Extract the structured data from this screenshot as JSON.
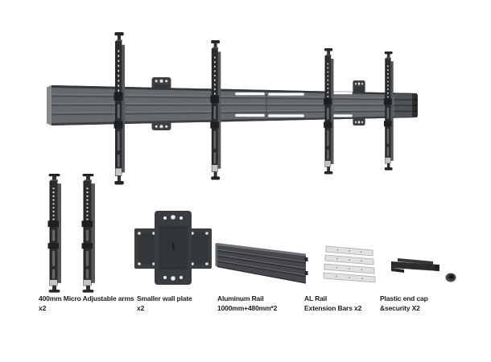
{
  "page": {
    "background": "#ffffff"
  },
  "components": [
    {
      "id": "micro-adjustable-arms",
      "label": [
        "400mm Micro Adjustable arms",
        "x2"
      ]
    },
    {
      "id": "smaller-wall-plate",
      "label": [
        "Smaller wall plate",
        "x2"
      ]
    },
    {
      "id": "aluminum-rail",
      "label": [
        "Aluminum Rail",
        "1000mm+480mm*2"
      ]
    },
    {
      "id": "al-rail-extension-bars",
      "label": [
        "AL Rail",
        "Extension Bars x2"
      ]
    },
    {
      "id": "plastic-end-cap-security",
      "label": [
        "Plastic end cap",
        "&security X2"
      ]
    }
  ],
  "colors": {
    "background": "#ffffff",
    "rail_body": "#65696c",
    "rail_groove": "#484b4e",
    "rail_top_edge": "#35383a",
    "dark_metal": "#2b2d2f",
    "mid_metal": "#55585b",
    "silver_end": "#c3c6c8",
    "extension_bar": "#dfe1e2",
    "joint_stripe": "#fafafa",
    "hole_dot": "#dfe1e2",
    "label_text": "#1d1d1d"
  }
}
